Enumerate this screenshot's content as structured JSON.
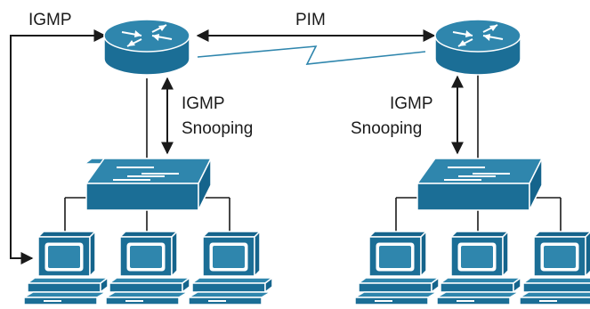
{
  "labels": {
    "igmp_host": "IGMP",
    "pim": "PIM",
    "snooping_left_line1": "IGMP",
    "snooping_left_line2": "Snooping",
    "snooping_right_line1": "IGMP",
    "snooping_right_line2": "Snooping"
  },
  "devices": {
    "routers": [
      "router-icon",
      "router-icon"
    ],
    "switches": [
      "switch-icon",
      "switch-icon"
    ],
    "hosts": [
      "workstation-icon",
      "workstation-icon",
      "workstation-icon",
      "workstation-icon",
      "workstation-icon",
      "workstation-icon"
    ]
  },
  "colors": {
    "device_light": "#2f86ad",
    "device_dark": "#15648c",
    "line": "#1a1a1a"
  }
}
